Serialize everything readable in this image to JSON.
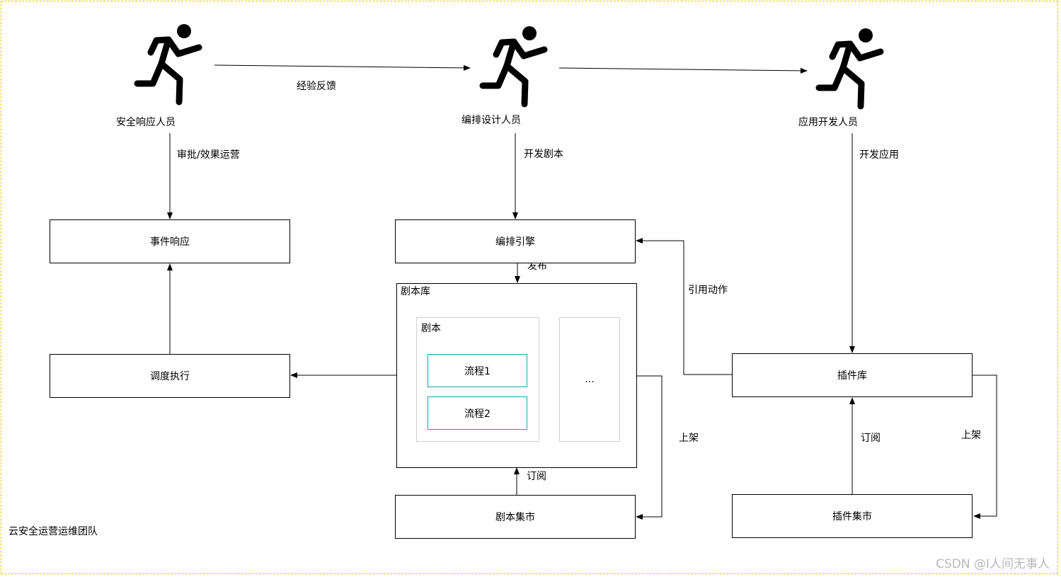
{
  "actors": {
    "security": "安全响应人员",
    "designer": "编排设计人员",
    "developer": "应用开发人员"
  },
  "edges": {
    "feedback": "经验反馈",
    "approve": "审批/效果运营",
    "dev_playbook": "开发剧本",
    "dev_app": "开发应用",
    "publish": "发布",
    "reference_action": "引用动作",
    "subscribe_playbook": "订阅",
    "subscribe_plugin": "订阅",
    "list_playbook": "上架",
    "list_plugin": "上架"
  },
  "nodes": {
    "incident_response": "事件响应",
    "orchestration_engine": "编排引擎",
    "schedule_execute": "调度执行",
    "plugin_library": "插件库",
    "playbook_market": "剧本集市",
    "plugin_market": "插件集市"
  },
  "playbook_library": {
    "title": "剧本库",
    "playbook": {
      "title": "剧本",
      "flows": [
        "流程1",
        "流程2"
      ]
    },
    "more": "..."
  },
  "team": "云安全运营运维团队",
  "watermark": "CSDN @I人间无事人"
}
